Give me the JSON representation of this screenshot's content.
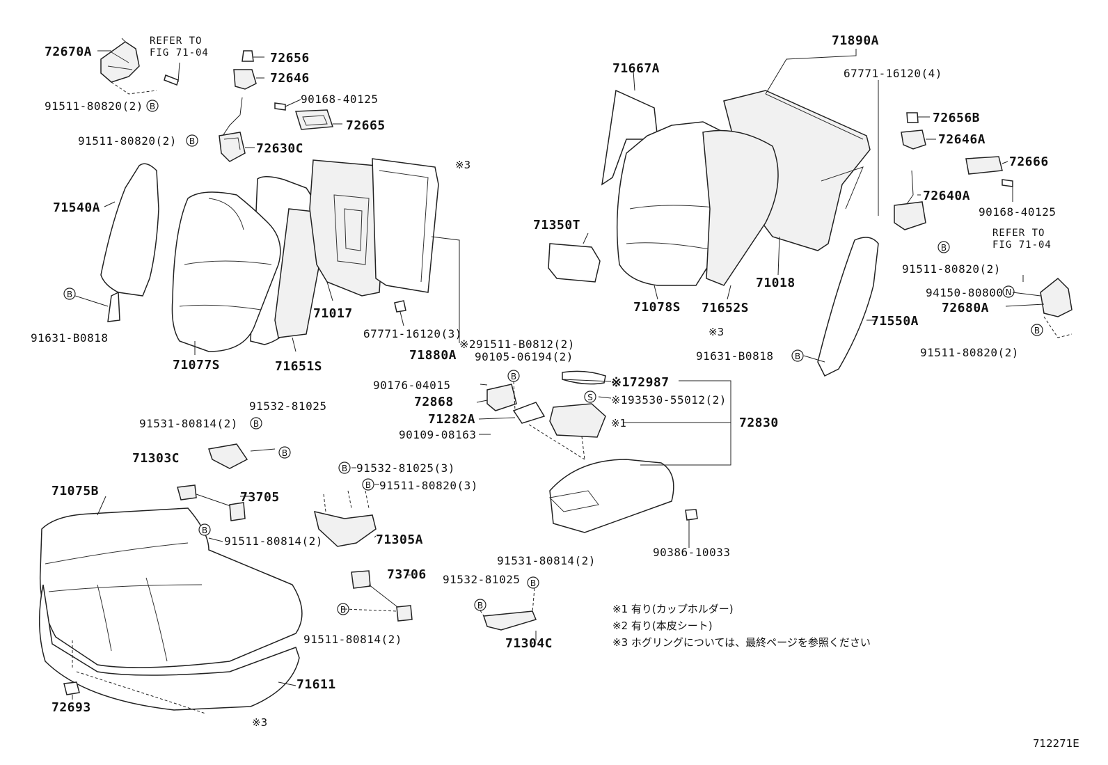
{
  "parts": {
    "p72670A": "72670A",
    "refer1": "REFER TO",
    "fig1": "FIG 71-04",
    "p91511_80820_2a": "91511-80820(2)",
    "p91511_80820_2b": "91511-80820(2)",
    "p72656": "72656",
    "p72646": "72646",
    "p90168_40125a": "90168-40125",
    "p72665": "72665",
    "p72630C": "72630C",
    "p71540A": "71540A",
    "p91631_B0818a": "91631-B0818",
    "p71077S": "71077S",
    "p71651S": "71651S",
    "p71017": "71017",
    "p67771_16120_3": "67771-16120(3)",
    "p71880A": "71880A",
    "p_x3_top": "※3",
    "p71350T": "71350T",
    "p71667A": "71667A",
    "p71890A": "71890A",
    "p67771_16120_4": "67771-16120(4)",
    "p72656B": "72656B",
    "p72646A": "72646A",
    "p72666": "72666",
    "p72640A": "72640A",
    "p90168_40125b": "90168-40125",
    "refer2": "REFER TO",
    "fig2": "FIG 71-04",
    "p91511_80820_2c": "91511-80820(2)",
    "p94150_80800": "94150-80800",
    "p72680A": "72680A",
    "p91511_80820_2d": "91511-80820(2)",
    "p71078S": "71078S",
    "p71652S": "71652S",
    "p71018": "71018",
    "p_x3_mid": "※3",
    "p71550A": "71550A",
    "p91631_B0818b": "91631-B0818",
    "p91511_B0812": "※291511-B0812(2)",
    "p90105_06194": "90105-06194(2)",
    "p90176_04015": "90176-04015",
    "p72868": "72868",
    "p71282A": "71282A",
    "p90109_08163": "90109-08163",
    "p72987": "※172987",
    "p93530": "※193530-55012(2)",
    "p_x1": "※1",
    "p72830": "72830",
    "p91532_81025a": "91532-81025",
    "p91531_80814_2a": "91531-80814(2)",
    "p71303C": "71303C",
    "p91532_81025_3": "91532-81025(3)",
    "p91511_80820_3": "91511-80820(3)",
    "p71075B": "71075B",
    "p73705": "73705",
    "p91511_80814_2a": "91511-80814(2)",
    "p71305A": "71305A",
    "p90386_10033": "90386-10033",
    "p73706": "73706",
    "p91511_80814_2b": "91511-80814(2)",
    "p91531_80814_2b": "91531-80814(2)",
    "p91532_81025b": "91532-81025",
    "p71304C": "71304C",
    "p71611": "71611",
    "p72693": "72693",
    "p_x3_bot": "※3"
  },
  "markers": {
    "b": "B",
    "s": "S",
    "n": "N"
  },
  "notes": [
    "※1 有り(カップホルダー)",
    "※2 有り(本皮シート)",
    "※3 ホグリングについては、最終ページを参照ください"
  ],
  "diagram_code": "712271E"
}
